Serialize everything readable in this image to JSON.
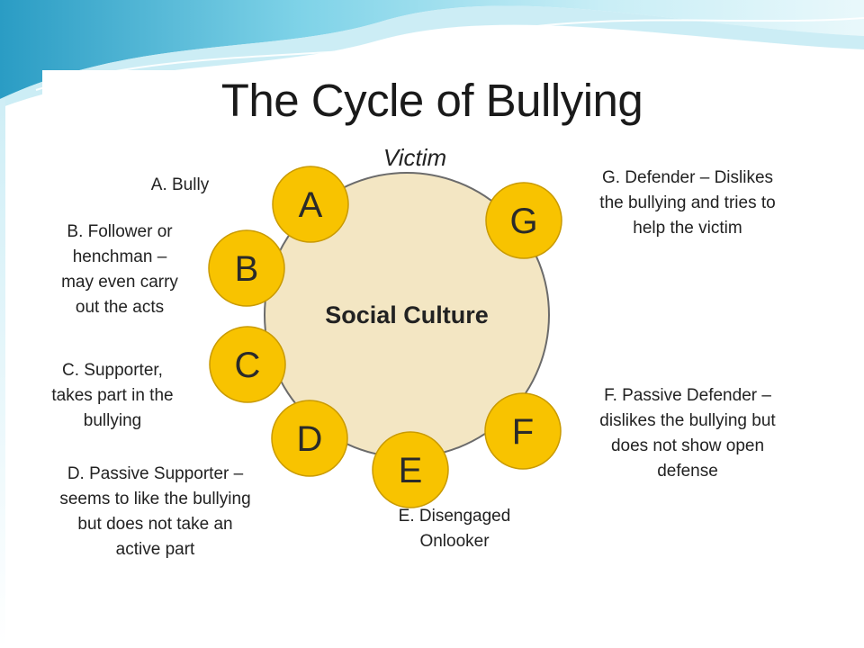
{
  "title": "The Cycle of Bullying",
  "victim_label": "Victim",
  "center_label": "Social Culture",
  "colors": {
    "node_fill": "#f8c300",
    "node_stroke": "#c99a00",
    "center_fill": "#f3e6c3",
    "center_stroke": "#6b6b6b",
    "accent_teal": "#2fb7d3"
  },
  "nodes": [
    {
      "letter": "A"
    },
    {
      "letter": "B"
    },
    {
      "letter": "C"
    },
    {
      "letter": "D"
    },
    {
      "letter": "E"
    },
    {
      "letter": "F"
    },
    {
      "letter": "G"
    }
  ],
  "roles": {
    "a": [
      "A. Bully"
    ],
    "b": [
      "B. Follower or",
      "henchman –",
      "may even carry",
      "out the acts"
    ],
    "c": [
      "C. Supporter,",
      "takes part in the",
      "bullying"
    ],
    "d": [
      "D. Passive Supporter –",
      "seems to like the bullying",
      "but does not take an",
      "active part"
    ],
    "e": [
      "E. Disengaged",
      "Onlooker"
    ],
    "f": [
      "F. Passive Defender –",
      "dislikes the bullying but",
      "does not show open",
      "defense"
    ],
    "g": [
      "G. Defender – Dislikes",
      "the bullying and tries to",
      "help the victim"
    ]
  }
}
